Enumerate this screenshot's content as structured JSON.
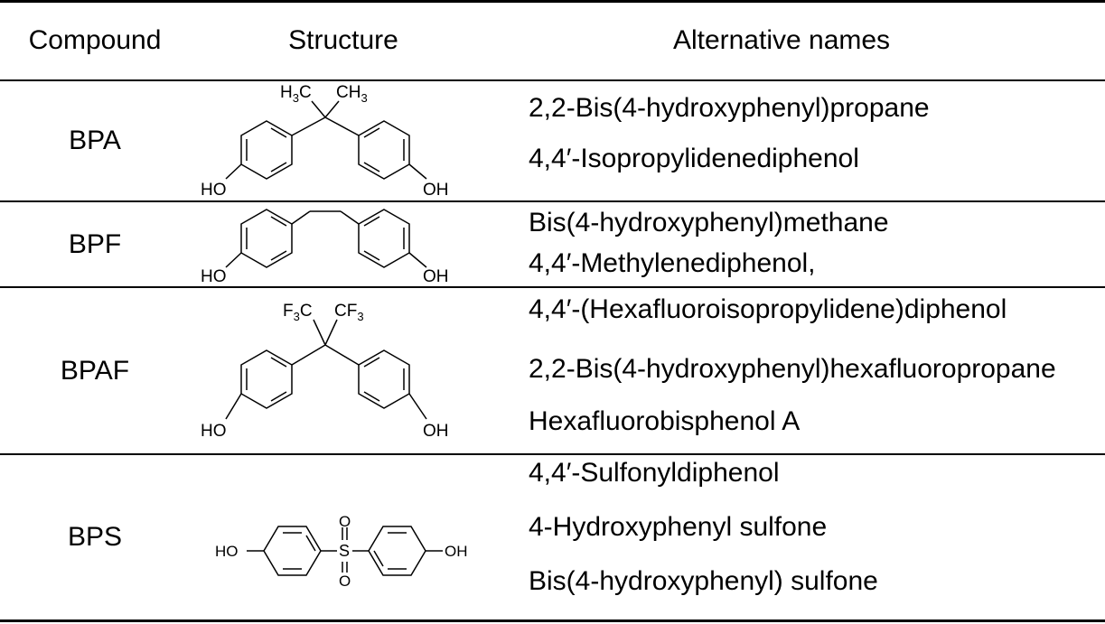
{
  "headers": {
    "compound": "Compound",
    "structure": "Structure",
    "names": "Alternative names"
  },
  "rows": [
    {
      "compound": "BPA",
      "names": [
        "2,2-Bis(4-hydroxyphenyl)propane",
        "4,4′-Isopropylidenediphenol"
      ],
      "labels": {
        "left_sub": "H",
        "left_num": "3",
        "left_el": "C",
        "right_el": "CH",
        "right_num": "3",
        "oh_left": "HO",
        "oh_right": "OH"
      }
    },
    {
      "compound": "BPF",
      "names": [
        "Bis(4-hydroxyphenyl)methane",
        "4,4′-Methylenediphenol,"
      ],
      "labels": {
        "oh_left": "HO",
        "oh_right": "OH"
      }
    },
    {
      "compound": "BPAF",
      "names": [
        "4,4′-(Hexafluoroisopropylidene)diphenol",
        "2,2-Bis(4-hydroxyphenyl)hexafluoropropane",
        "Hexafluorobisphenol A"
      ],
      "labels": {
        "left_sub": "F",
        "left_num": "3",
        "left_el": "C",
        "right_el": "CF",
        "right_num": "3",
        "oh_left": "HO",
        "oh_right": "OH"
      }
    },
    {
      "compound": "BPS",
      "names": [
        "4,4′-Sulfonyldiphenol",
        "4-Hydroxyphenyl sulfone",
        "Bis(4-hydroxyphenyl) sulfone"
      ],
      "labels": {
        "oh_left": "HO",
        "oh_right": "OH",
        "o_top": "O",
        "o_bottom": "O",
        "s": "S"
      }
    }
  ]
}
